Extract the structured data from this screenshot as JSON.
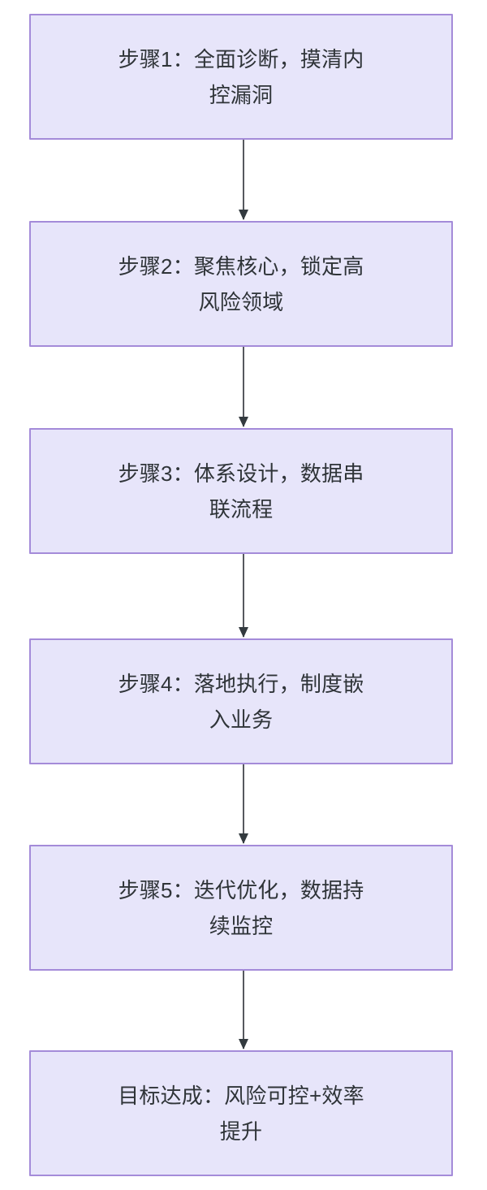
{
  "diagram": {
    "type": "flowchart",
    "orientation": "top-to-bottom",
    "colors": {
      "node_fill": "#e7e5fa",
      "node_border": "#a48bd9",
      "node_text": "#2f3438",
      "edge_line": "#56595e",
      "edge_arrow": "#333a3f",
      "background": "#ffffff"
    },
    "nodes": [
      {
        "id": "step1",
        "label": "步骤1：全面诊断，摸清内\n控漏洞"
      },
      {
        "id": "step2",
        "label": "步骤2：聚焦核心，锁定高\n风险领域"
      },
      {
        "id": "step3",
        "label": "步骤3：体系设计，数据串\n联流程"
      },
      {
        "id": "step4",
        "label": "步骤4：落地执行，制度嵌\n入业务"
      },
      {
        "id": "step5",
        "label": "步骤5：迭代优化，数据持\n续监控"
      },
      {
        "id": "goal",
        "label": "目标达成：风险可控+效率\n提升"
      }
    ],
    "edges": [
      {
        "from": "step1",
        "to": "step2",
        "label": ""
      },
      {
        "from": "step2",
        "to": "step3",
        "label": ""
      },
      {
        "from": "step3",
        "to": "step4",
        "label": ""
      },
      {
        "from": "step4",
        "to": "step5",
        "label": ""
      },
      {
        "from": "step5",
        "to": "goal",
        "label": ""
      }
    ]
  }
}
